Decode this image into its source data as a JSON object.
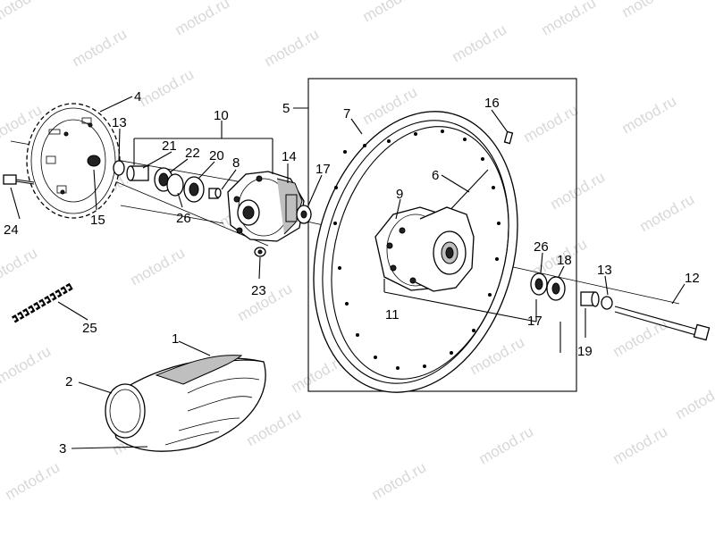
{
  "watermark": "motod.ru",
  "callouts": [
    "1",
    "2",
    "3",
    "4",
    "5",
    "6",
    "7",
    "8",
    "9",
    "10",
    "11",
    "12",
    "13",
    "13",
    "14",
    "15",
    "16",
    "17",
    "17",
    "18",
    "19",
    "20",
    "21",
    "22",
    "23",
    "24",
    "25",
    "26",
    "26"
  ]
}
